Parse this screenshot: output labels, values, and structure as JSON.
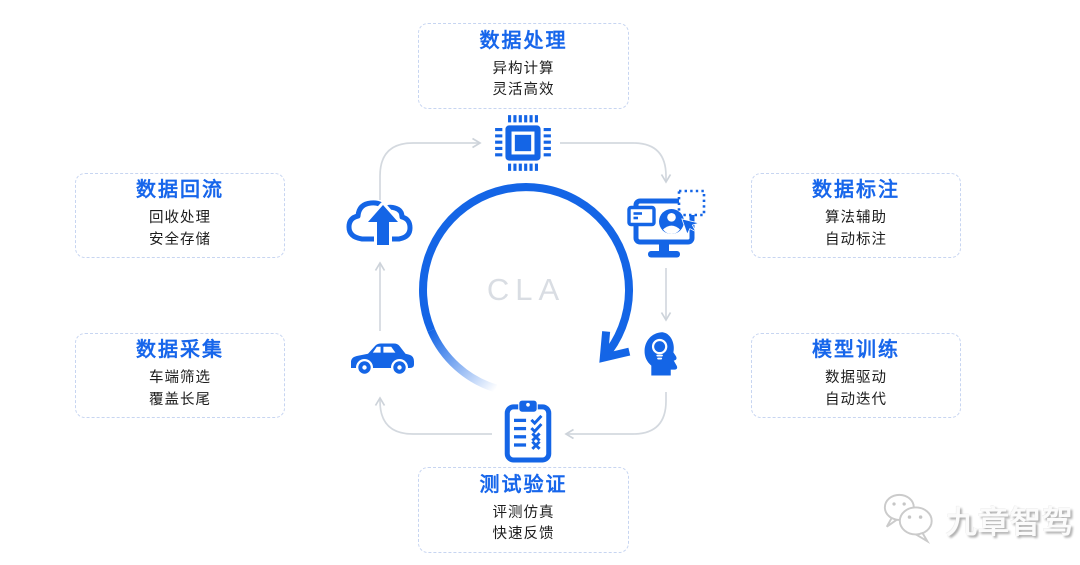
{
  "diagram": {
    "center_label": "CLA",
    "accent_color": "#1465e6",
    "title_color": "#1766eb",
    "connector_color": "#d4d9df",
    "center_label_color": "#d9dde3",
    "flow_direction": "clockwise",
    "nodes": [
      {
        "position": "top",
        "title": "数据处理",
        "line1": "异构计算",
        "line2": "灵活高效",
        "icon": "cpu-chip-icon"
      },
      {
        "position": "left-top",
        "title": "数据回流",
        "line1": "回收处理",
        "line2": "安全存储",
        "icon": "cloud-upload-icon"
      },
      {
        "position": "left-bottom",
        "title": "数据采集",
        "line1": "车端筛选",
        "line2": "覆盖长尾",
        "icon": "car-icon"
      },
      {
        "position": "right-top",
        "title": "数据标注",
        "line1": "算法辅助",
        "line2": "自动标注",
        "icon": "annotation-monitor-icon"
      },
      {
        "position": "right-bottom",
        "title": "模型训练",
        "line1": "数据驱动",
        "line2": "自动迭代",
        "icon": "head-lightbulb-icon"
      },
      {
        "position": "bottom",
        "title": "测试验证",
        "line1": "评测仿真",
        "line2": "快速反馈",
        "icon": "clipboard-checklist-icon"
      }
    ]
  },
  "watermark": {
    "brand": "九章智驾",
    "icon": "wechat-icon"
  }
}
